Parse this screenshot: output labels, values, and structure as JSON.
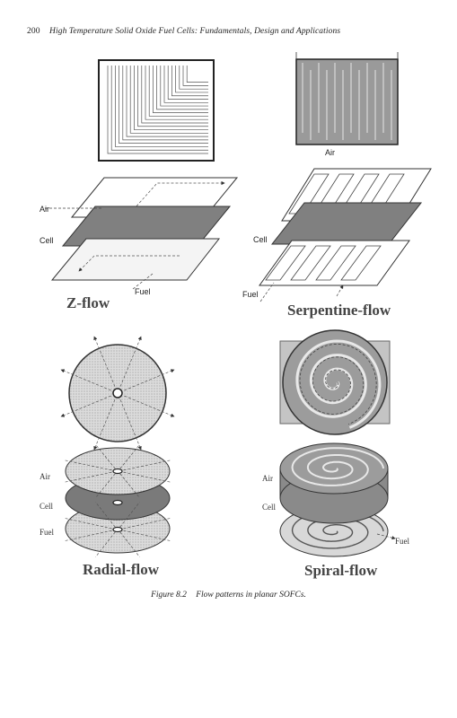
{
  "header": {
    "page_number": "200",
    "running_title": "High Temperature Solid Oxide Fuel Cells: Fundamentals, Design and Applications"
  },
  "figure": {
    "panels": {
      "z_flow": {
        "title": "Z-flow",
        "air": "Air",
        "cell": "Cell",
        "fuel": "Fuel"
      },
      "serpentine": {
        "title": "Serpentine-flow",
        "air": "Air",
        "cell": "Cell",
        "fuel": "Fuel"
      },
      "radial": {
        "title": "Radial-flow",
        "air": "Air",
        "cell": "Cell",
        "fuel": "Fuel"
      },
      "spiral": {
        "title": "Spiral-flow",
        "air": "Air",
        "cell": "Cell",
        "fuel": "Fuel"
      }
    },
    "caption_number": "Figure 8.2",
    "caption_text": "Flow patterns in planar SOFCs."
  }
}
